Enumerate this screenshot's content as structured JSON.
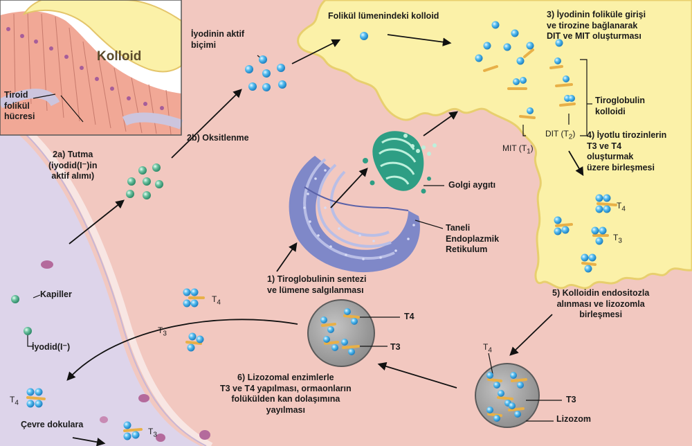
{
  "labels": {
    "colloid_inset": "Kolloid",
    "thyroid_cell": "Tiroid\nfolikül\nhücresi",
    "active_iodine": "İyodinin aktif\nbiçimi",
    "lumen_colloid": "Folikül lümenindeki kolloid",
    "step3": "3) İyodinin foliküle girişi\nve tirozine bağlanarak\nDIT ve MIT oluşturması",
    "thyroglobulin_colloid": "Tiroglobulin\nkolloidi",
    "step4": "4) İyotlu tirozinlerin\nT3 ve T4\noluşturmak\nüzere birleşmesi",
    "mit": "MIT (T",
    "mit_sub": "1",
    "dit": "DIT (T",
    "dit_sub": "2",
    "close_paren": ")",
    "step2a": "2a) Tutma\n(iyodid(I⁻)in\naktif alımı)",
    "step2b": "2b) Oksitlenme",
    "golgi": "Golgi aygıtı",
    "rer": "Taneli\nEndoplazmik\nRetikulum",
    "step1": "1) Tiroglobulinin sentezi\nve lümene salgılanması",
    "step5": "5) Kolloidin endositozla\nalınması ve lizozomla\nbirleşmesi",
    "step6": "6) Lizozomal enzimlerle\nT3 ve T4 yapılması, ormaonların\nfolükülden kan dolaşımına\nyayılması",
    "capillary": "Kapiller",
    "iodide": "İyodid(I⁻)",
    "peripheral": "Çevre dokulara",
    "lysosome": "Lizozom",
    "t3": "T3",
    "t4": "T4",
    "t": "T",
    "three": "3",
    "four": "4"
  },
  "colors": {
    "background": "#f2c8c0",
    "colloid": "#fbf1a8",
    "capillary": "#ddd4ea",
    "iodine_molecule": "#3fa8e0",
    "iodide": "#4fae8e",
    "tyrosine": "#e8b048",
    "golgi": "#2e9e84",
    "er": "#7f88c8",
    "lysosome": "#a8a8a8"
  }
}
